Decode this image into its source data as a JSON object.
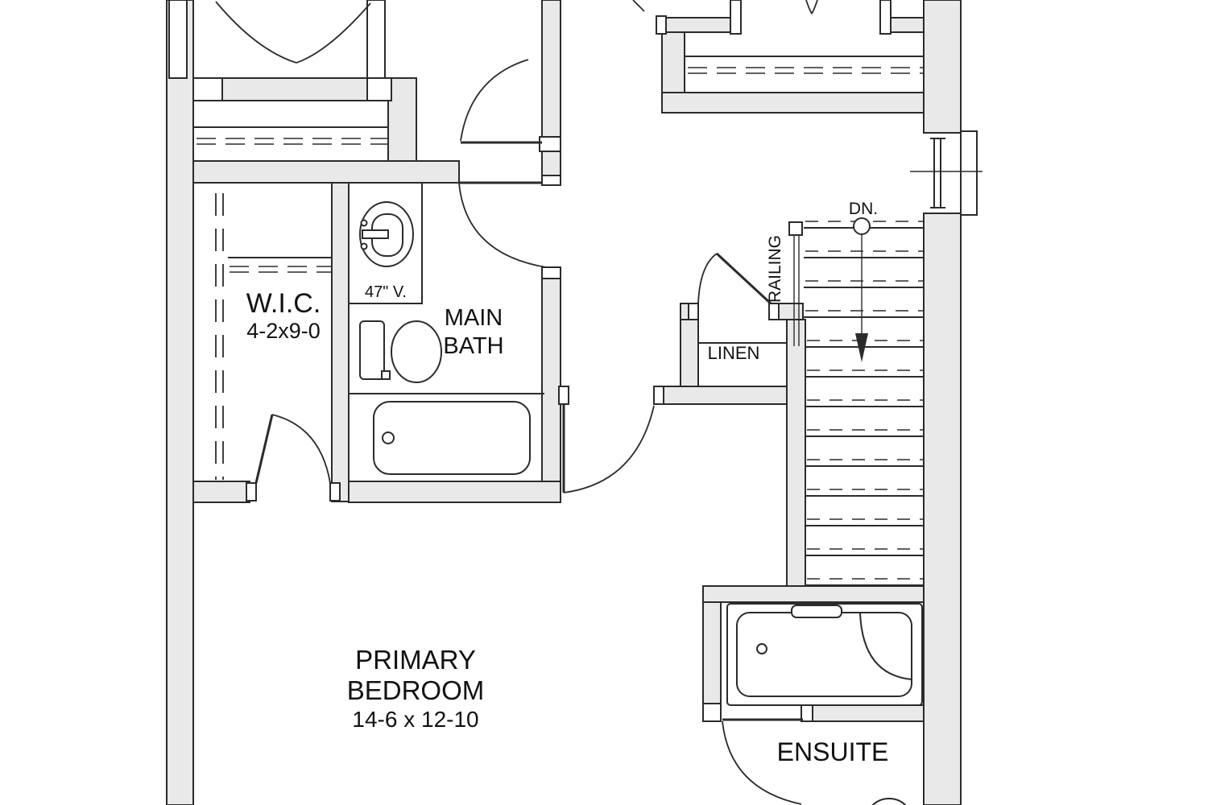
{
  "theme": {
    "wall_fill": "#e9e9e9",
    "line_color": "#2b2b2b",
    "text_color": "#111111",
    "background": "#ffffff"
  },
  "labels": {
    "wic_name": "W.I.C.",
    "wic_dim": "4-2x9-0",
    "vanity": "47\" V.",
    "main_bath_line1": "MAIN",
    "main_bath_line2": "BATH",
    "linen": "LINEN",
    "railing": "RAILING",
    "down": "DN.",
    "primary_line1": "PRIMARY",
    "primary_line2": "BEDROOM",
    "primary_dim": "14-6 x 12-10",
    "ensuite": "ENSUITE"
  }
}
